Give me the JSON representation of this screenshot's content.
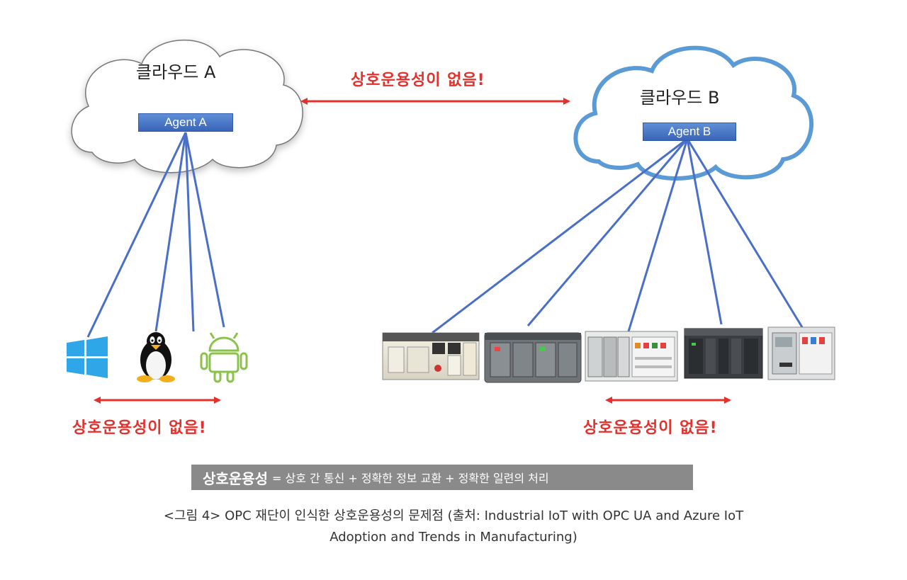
{
  "cloud_a": {
    "title": "클라우드 A",
    "agent": "Agent A"
  },
  "cloud_b": {
    "title": "클라우드 B",
    "agent": "Agent B"
  },
  "no_interop_label": "상호운용성이 없음!",
  "formula": {
    "term": "상호운용성",
    "definition": "= 상호 간 통신 + 정확한 정보 교환 + 정확한 일련의 처리"
  },
  "caption": {
    "line1": "<그림 4> OPC 재단이 인식한 상호운용성의 문제점 (출처: Industrial IoT with OPC UA and Azure IoT",
    "line2": "Adoption and Trends in Manufacturing)"
  },
  "icons": [
    "windows-icon",
    "linux-penguin-icon",
    "android-icon"
  ],
  "colors": {
    "link_blue": "#4a6fc9",
    "arrow_red": "#e3312d",
    "cloud_b_outline": "#5b9bd5"
  }
}
